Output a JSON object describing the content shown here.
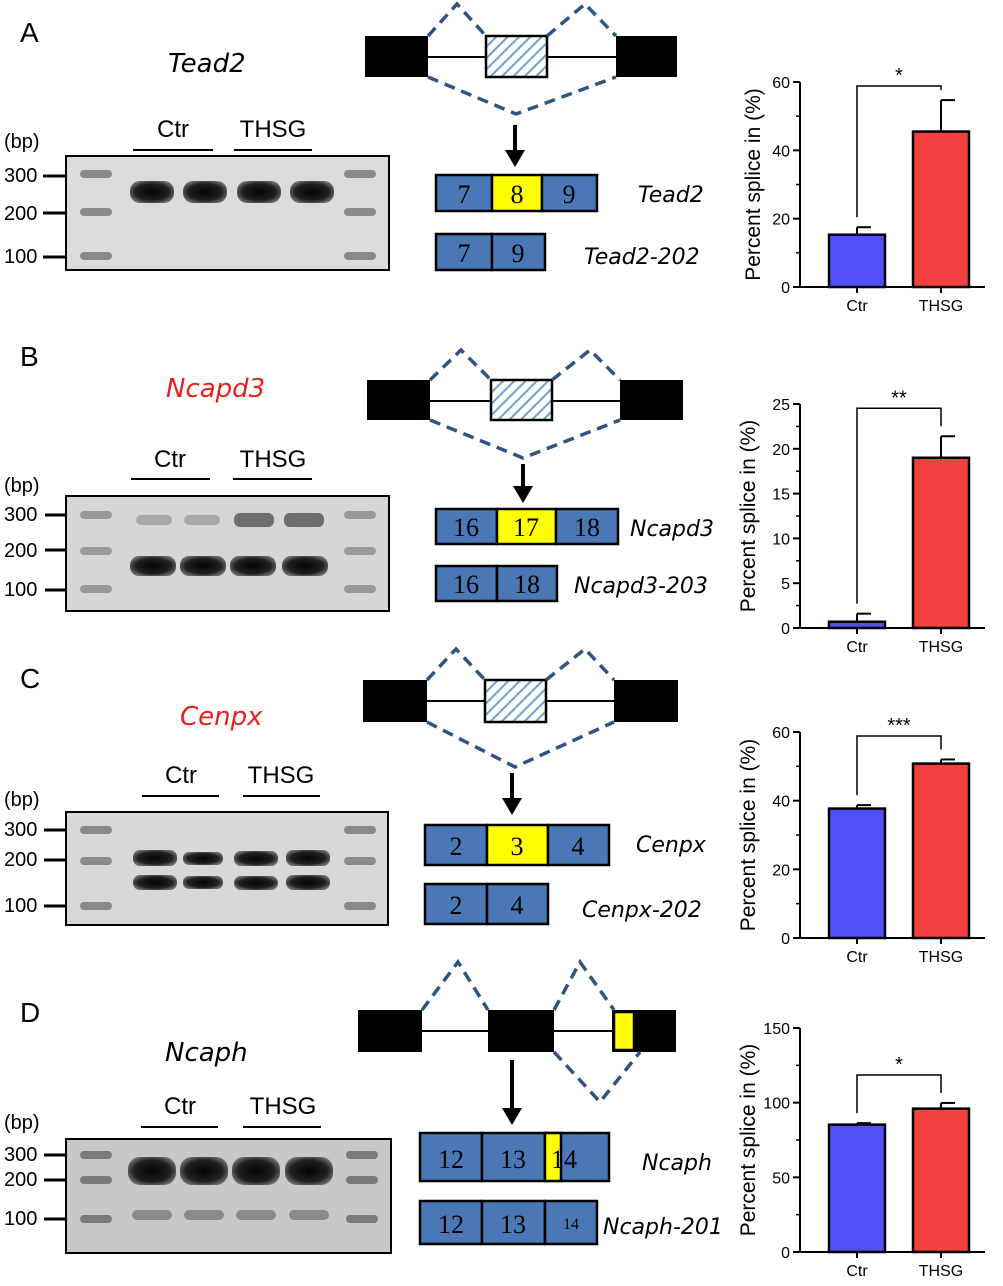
{
  "group_labels": {
    "ctr": "Ctr",
    "thsg": "THSG"
  },
  "bp_label": "(bp)",
  "colors": {
    "ctr_bar": "#5050f6",
    "thsg_bar": "#f54040",
    "exon_blue": "#4a78b6",
    "exon_yellow": "#ffff00",
    "dash": "#2e5482"
  },
  "panels": [
    {
      "letter": "A",
      "gene": "Tead2",
      "gene_color": "#000000",
      "ladder_labels": [
        "300",
        "200",
        "100"
      ],
      "isoform_full": {
        "exons": [
          "7",
          "8",
          "9"
        ],
        "name": "Tead2"
      },
      "isoform_short": {
        "exons": [
          "7",
          "9"
        ],
        "name": "Tead2-202"
      }
    },
    {
      "letter": "B",
      "gene": "Ncapd3",
      "gene_color": "#e8211c",
      "ladder_labels": [
        "300",
        "200",
        "100"
      ],
      "isoform_full": {
        "exons": [
          "16",
          "17",
          "18"
        ],
        "name": "Ncapd3"
      },
      "isoform_short": {
        "exons": [
          "16",
          "18"
        ],
        "name": "Ncapd3-203"
      }
    },
    {
      "letter": "C",
      "gene": "Cenpx",
      "gene_color": "#e8211c",
      "ladder_labels": [
        "300",
        "200",
        "100"
      ],
      "isoform_full": {
        "exons": [
          "2",
          "3",
          "4"
        ],
        "name": "Cenpx"
      },
      "isoform_short": {
        "exons": [
          "2",
          "4"
        ],
        "name": "Cenpx-202"
      }
    },
    {
      "letter": "D",
      "gene": "Ncaph",
      "gene_color": "#000000",
      "ladder_labels": [
        "300",
        "200",
        "100"
      ],
      "isoform_full": {
        "exons": [
          "12",
          "13",
          "14"
        ],
        "name": "Ncaph"
      },
      "isoform_short": {
        "exons": [
          "12",
          "13",
          "14"
        ],
        "name": "Ncaph-201"
      }
    }
  ],
  "chart_data": [
    {
      "type": "bar",
      "panel": "A",
      "categories": [
        "Ctr",
        "THSG"
      ],
      "values": [
        15.3,
        45.5
      ],
      "errors": [
        2.2,
        9.2
      ],
      "ylabel": "Percent splice in (%)",
      "ylim": [
        0,
        60
      ],
      "yticks": [
        0,
        20,
        40,
        60
      ],
      "significance": "*"
    },
    {
      "type": "bar",
      "panel": "B",
      "categories": [
        "Ctr",
        "THSG"
      ],
      "values": [
        0.7,
        19.0
      ],
      "errors": [
        0.9,
        2.4
      ],
      "ylabel": "Percent splice in (%)",
      "ylim": [
        0,
        25
      ],
      "yticks": [
        0,
        5,
        10,
        15,
        20,
        25
      ],
      "significance": "**"
    },
    {
      "type": "bar",
      "panel": "C",
      "categories": [
        "Ctr",
        "THSG"
      ],
      "values": [
        37.7,
        50.8
      ],
      "errors": [
        1.0,
        1.2
      ],
      "ylabel": "Percent splice in (%)",
      "ylim": [
        0,
        60
      ],
      "yticks": [
        0,
        20,
        40,
        60
      ],
      "significance": "***"
    },
    {
      "type": "bar",
      "panel": "D",
      "categories": [
        "Ctr",
        "THSG"
      ],
      "values": [
        85.3,
        96.0
      ],
      "errors": [
        1.0,
        3.8
      ],
      "ylabel": "Percent splice in (%)",
      "ylim": [
        0,
        150
      ],
      "yticks": [
        0,
        50,
        100,
        150
      ],
      "significance": "*"
    }
  ]
}
